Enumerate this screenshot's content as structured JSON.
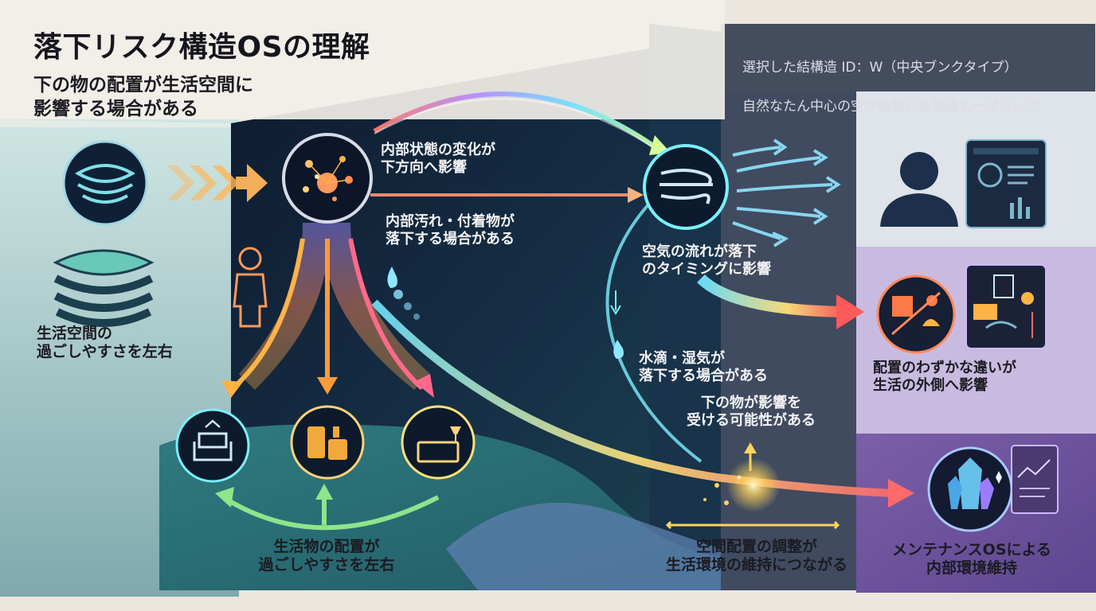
{
  "header": {
    "title": "落下リスク構造OSの理解",
    "subtitle": "下の物の配置が生活空間に\n影響する場合がある"
  },
  "info_box": {
    "line1": "選択した結構造 ID：W（中央ブンクタイプ）",
    "line2": "自然なたん中心の空が新聴じる構造とーブリック"
  },
  "labels": {
    "living_space": "生活空間の\n過ごしやすさを左右",
    "internal_state": "内部状態の変化が\n下方向へ影響",
    "internal_dirt": "内部汚れ・付着物が\n落下する場合がある",
    "air_flow": "空気の流れが落下\nのタイミングに影響",
    "water_drops": "水滴・湿気が\n落下する場合がある",
    "items_below": "下の物が影響を\n受ける可能性がある",
    "placement_diff": "配置のわずかな違いが\n生活の外側へ影響",
    "living_items": "生活物の配置が\n過ごしやすさを左右",
    "space_adjust": "空間配置の調整が\n生活環境の維持につながる",
    "maintenance_os": "メンテナンスOSによる\n内部環境維持"
  },
  "colors": {
    "dark_panel": "#0f1d33",
    "teal_floor": "#2f6f7a",
    "purple_panel": "#8d72b3",
    "accent_orange": "#ff9a3c",
    "accent_cyan": "#6fe3ff",
    "accent_red": "#ff5a5a"
  },
  "icons": [
    "layers-icon",
    "stack-icon",
    "particles-icon",
    "person-icon",
    "wind-icon",
    "user-silhouette-icon",
    "dashboard-icon",
    "armchair-icon",
    "containers-icon",
    "dresser-lamp-icon",
    "no-placement-icon",
    "layout-chart-icon",
    "crystal-icon",
    "report-icon",
    "water-drop-icon"
  ]
}
